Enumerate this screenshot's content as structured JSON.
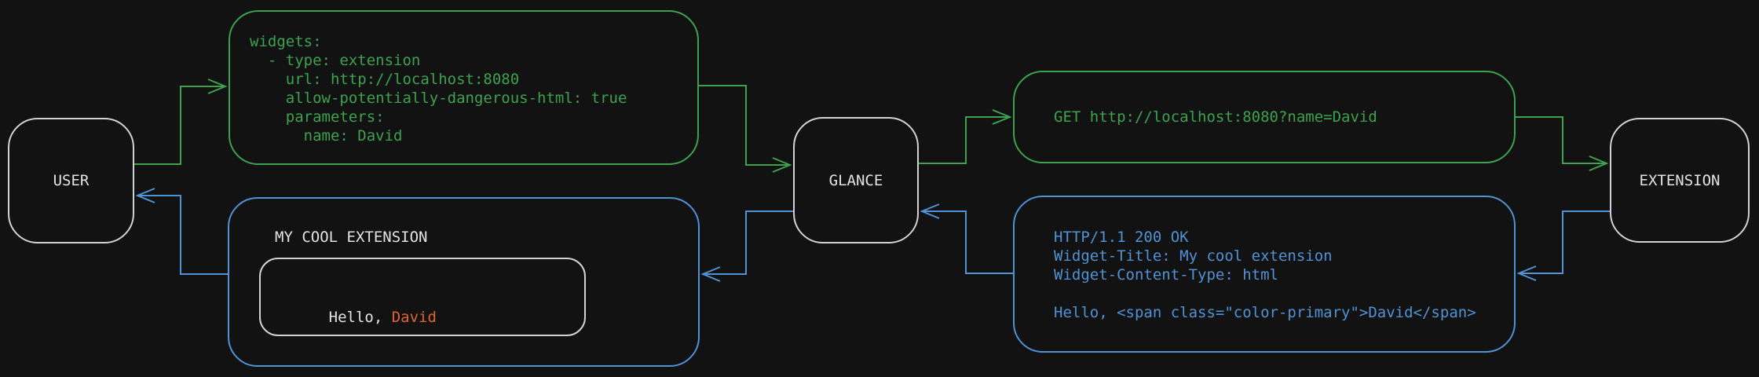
{
  "colors": {
    "background": "#121212",
    "request_green": "#3da24e",
    "response_blue": "#4f93d6",
    "accent_orange": "#e0652d",
    "node_border": "#d2d2d2",
    "text_white": "#e2e2e2"
  },
  "nodes": {
    "user": {
      "label": "USER"
    },
    "glance": {
      "label": "GLANCE"
    },
    "extension": {
      "label": "EXTENSION"
    }
  },
  "config_box": {
    "lines": [
      "widgets:",
      "  - type: extension",
      "    url: http://localhost:8080",
      "    allow-potentially-dangerous-html: true",
      "    parameters:",
      "      name: David"
    ]
  },
  "request_box": {
    "text": "GET http://localhost:8080?name=David"
  },
  "response_box": {
    "lines": [
      "HTTP/1.1 200 OK",
      "Widget-Title: My cool extension",
      "Widget-Content-Type: html",
      "",
      "Hello, <span class=\"color-primary\">David</span>"
    ]
  },
  "widget_box": {
    "title": "MY COOL EXTENSION",
    "greeting_prefix": "Hello, ",
    "greeting_name": "David"
  }
}
